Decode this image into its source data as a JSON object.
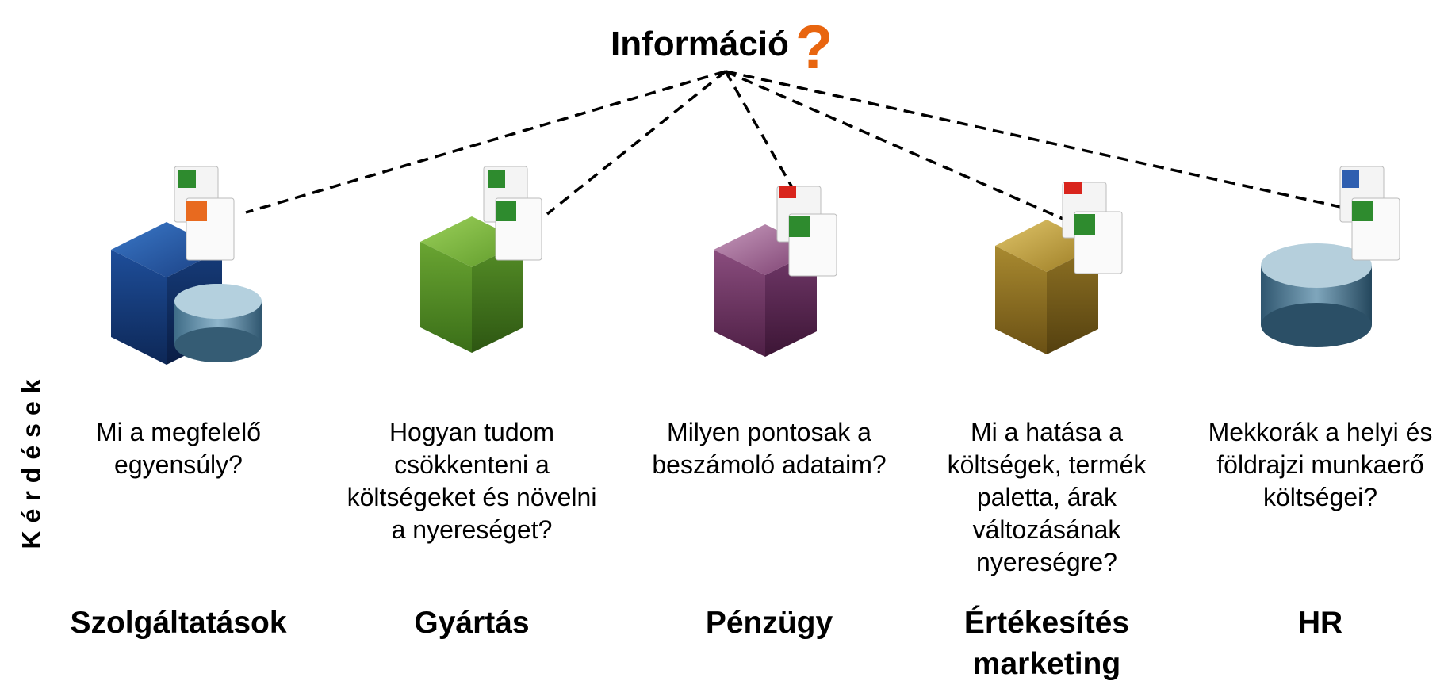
{
  "title": {
    "text": "Információ",
    "mark": "?"
  },
  "side_label": "Kérdések",
  "colors": {
    "accent": "#e8650f",
    "line": "#000000",
    "excel": "#2e8b2e",
    "powerpoint": "#e86a1f",
    "pdf": "#d9251d",
    "word": "#2f5fb0"
  },
  "columns": [
    {
      "category": "Szolgáltatások",
      "question": "Mi a megfelelő egyensúly?",
      "icon": "blue-cube-database-icon",
      "cube_color": "#1e4e9a",
      "docs": [
        "excel-doc-icon",
        "powerpoint-doc-icon"
      ]
    },
    {
      "category": "Gyártás",
      "question": "Hogyan tudom csökkenteni a költségeket és növelni a nyereséget?",
      "icon": "green-cube-icon",
      "cube_color": "#5f9a2a",
      "docs": [
        "excel-doc-icon",
        "excel-doc-icon"
      ]
    },
    {
      "category": "Pénzügy",
      "question": "Milyen pontosak a beszámoló adataim?",
      "icon": "purple-cube-icon",
      "cube_color": "#7a3d6e",
      "docs": [
        "pdf-doc-icon",
        "excel-doc-icon"
      ]
    },
    {
      "category": "Értékesítés marketing",
      "question": "Mi a hatása a költségek, termék paletta, árak változásának nyereségre?",
      "icon": "gold-cube-icon",
      "cube_color": "#9a7a22",
      "docs": [
        "pdf-doc-icon",
        "excel-doc-icon"
      ]
    },
    {
      "category": "HR",
      "question": "Mekkorák a helyi és földrajzi munkaerő költségei?",
      "icon": "database-icon",
      "cube_color": "#4f7f99",
      "docs": [
        "word-doc-icon",
        "excel-doc-icon"
      ]
    }
  ]
}
